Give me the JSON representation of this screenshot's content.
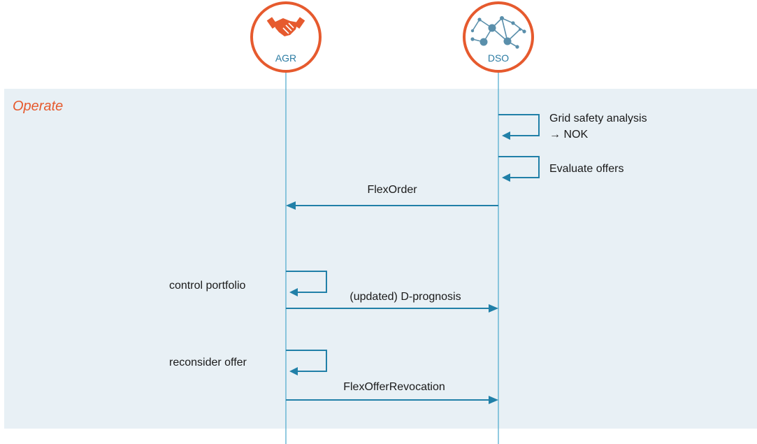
{
  "actors": [
    {
      "id": "agr",
      "label": "AGR",
      "icon": "handshake-icon"
    },
    {
      "id": "dso",
      "label": "DSO",
      "icon": "network-graph-icon"
    }
  ],
  "phase": {
    "label": "Operate"
  },
  "messages": [
    {
      "id": "grid-safety",
      "kind": "self",
      "actor": "dso",
      "text_lines": [
        "Grid safety analysis",
        "→ NOK"
      ]
    },
    {
      "id": "evaluate-offers",
      "kind": "self",
      "actor": "dso",
      "text_lines": [
        "Evaluate offers"
      ]
    },
    {
      "id": "flexorder",
      "kind": "arrow",
      "from": "dso",
      "to": "agr",
      "text": "FlexOrder"
    },
    {
      "id": "control-portfolio",
      "kind": "self",
      "actor": "agr",
      "text_lines": [
        "control portfolio"
      ]
    },
    {
      "id": "d-prognosis",
      "kind": "arrow",
      "from": "agr",
      "to": "dso",
      "text": "(updated) D-prognosis"
    },
    {
      "id": "reconsider-offer",
      "kind": "self",
      "actor": "agr",
      "text_lines": [
        "reconsider offer"
      ]
    },
    {
      "id": "flexoffer-revocation",
      "kind": "arrow",
      "from": "agr",
      "to": "dso",
      "text": "FlexOfferRevocation"
    }
  ],
  "colors": {
    "accent": "#e65a2e",
    "lifeline": "#4aa8cc",
    "arrow": "#2180a8",
    "phase_bg": "#e8f0f5",
    "actor_label": "#2c7ca3"
  }
}
